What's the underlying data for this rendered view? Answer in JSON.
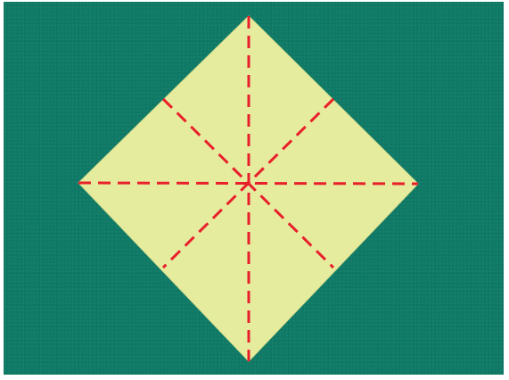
{
  "diagram": {
    "background_color": "#0f7a66",
    "paper_color": "#e6ec9e",
    "paper_edge_color": "#d8df8c",
    "crease_color": "#e8202b",
    "crease_style": "dashed",
    "folds": [
      "vertical-diagonal",
      "horizontal-diagonal",
      "book-fold-1",
      "book-fold-2"
    ]
  }
}
